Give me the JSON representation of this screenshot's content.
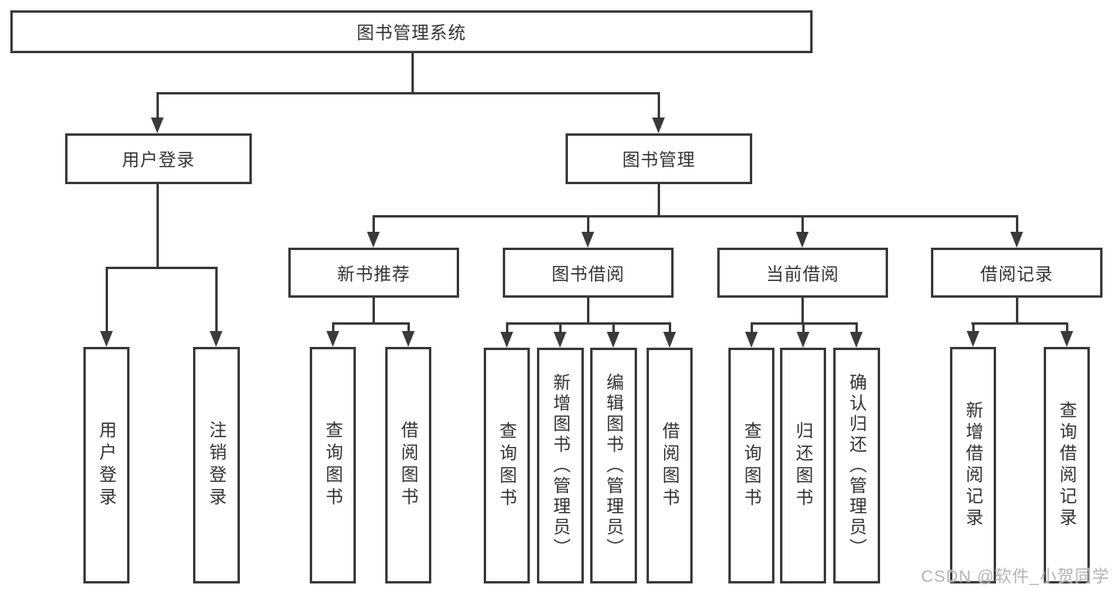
{
  "diagram": {
    "root": {
      "label": "图书管理系统"
    },
    "level2": [
      {
        "label": "用户登录"
      },
      {
        "label": "图书管理"
      }
    ],
    "level3": [
      {
        "label": "新书推荐"
      },
      {
        "label": "图书借阅"
      },
      {
        "label": "当前借阅"
      },
      {
        "label": "借阅记录"
      }
    ],
    "leaves": {
      "login": [
        {
          "label": "用户登录"
        },
        {
          "label": "注销登录"
        }
      ],
      "recommend": [
        {
          "label": "查询图书"
        },
        {
          "label": "借阅图书"
        }
      ],
      "borrow": [
        {
          "label": "查询图书"
        },
        {
          "label": "新增图书（管理员）"
        },
        {
          "label": "编辑图书（管理员）"
        },
        {
          "label": "借阅图书"
        }
      ],
      "current": [
        {
          "label": "查询图书"
        },
        {
          "label": "归还图书"
        },
        {
          "label": "确认归还（管理员）"
        }
      ],
      "records": [
        {
          "label": "新增借阅记录"
        },
        {
          "label": "查询借阅记录"
        }
      ]
    },
    "colors": {
      "line": "#3a3a3a",
      "text": "#333333",
      "watermark": "#b3b3b3",
      "background": "#ffffff"
    }
  },
  "watermark": {
    "text": "CSDN @软件_小贺同学"
  }
}
